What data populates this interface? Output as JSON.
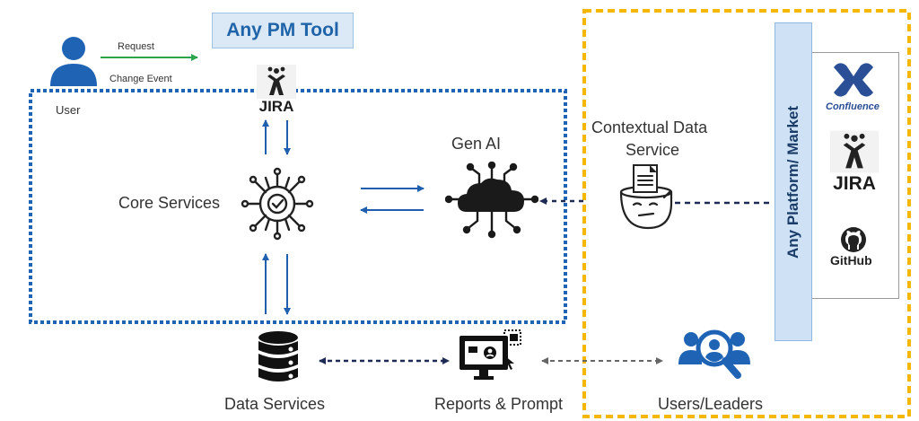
{
  "pm_tool": {
    "title": "Any PM Tool"
  },
  "user": {
    "label": "User",
    "request_label": "Request",
    "change_event_label": "Change Event"
  },
  "jira_top": {
    "wordmark": "JIRA"
  },
  "core": {
    "label": "Core Services"
  },
  "genai": {
    "label": "Gen AI"
  },
  "contextual": {
    "label_line1": "Contextual Data",
    "label_line2": "Service"
  },
  "platform": {
    "label": "Any Platform/ Market",
    "tools": {
      "confluence": "Confluence",
      "jira": "JIRA",
      "github": "GitHub"
    }
  },
  "data_services": {
    "label": "Data Services"
  },
  "reports": {
    "label": "Reports & Prompt"
  },
  "users_leaders": {
    "label": "Users/Leaders"
  },
  "colors": {
    "blue_arrow": "#1f5fae",
    "navy_dashed": "#1c2a54",
    "green_arrow": "#2da44e",
    "gold_dashed": "#f5b700",
    "icon_blue": "#1f63b5"
  },
  "icons": [
    "user-icon",
    "jira-icon",
    "core-services-icon",
    "gen-ai-icon",
    "contextual-data-icon",
    "confluence-icon",
    "github-icon",
    "database-icon",
    "reports-icon",
    "users-leaders-icon"
  ]
}
